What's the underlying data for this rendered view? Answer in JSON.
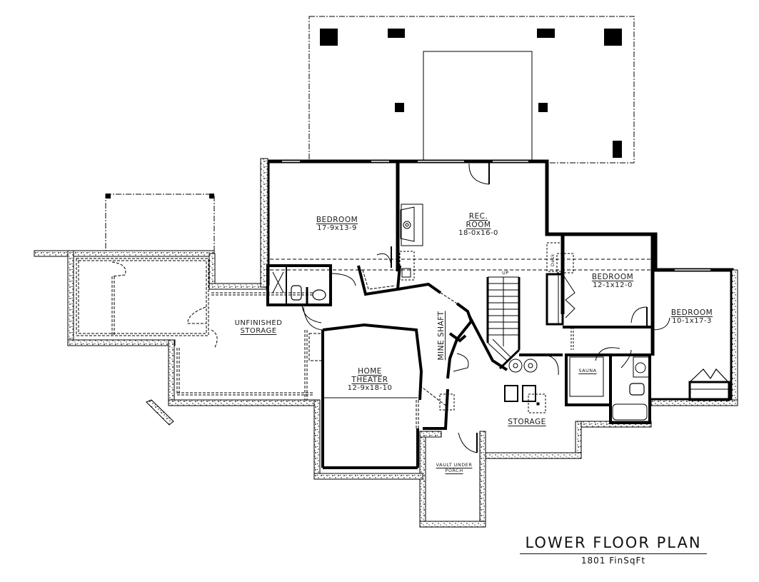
{
  "plan": {
    "title": "LOWER FLOOR PLAN",
    "subtitle": "1801 FinSqFt"
  },
  "rooms": [
    {
      "id": "bedroom-1",
      "name": "BEDROOM",
      "size": "17-9x13-9"
    },
    {
      "id": "rec-room",
      "name_line1": "REC.",
      "name_line2": "ROOM",
      "size": "18-0x16-0"
    },
    {
      "id": "bedroom-2",
      "name": "BEDROOM",
      "size": "12-1x12-0"
    },
    {
      "id": "bedroom-3",
      "name": "BEDROOM",
      "size": "10-1x17-3"
    },
    {
      "id": "unfinished-storage",
      "name_line1": "UNFINISHED",
      "name_line2": "STORAGE"
    },
    {
      "id": "home-theater",
      "name_line1": "HOME",
      "name_line2": "THEATER",
      "size": "12-9x18-10"
    },
    {
      "id": "mine-shaft",
      "name": "MINE SHAFT"
    },
    {
      "id": "storage",
      "name": "STORAGE"
    },
    {
      "id": "sauna",
      "name": "SAUNA"
    },
    {
      "id": "vault",
      "name_line1": "VAULT UNDER",
      "name_line2": "PORCH"
    }
  ],
  "annotations": {
    "stairs": "UP",
    "desk": "Desk"
  },
  "colors": {
    "ink": "#000000",
    "background": "#ffffff"
  }
}
